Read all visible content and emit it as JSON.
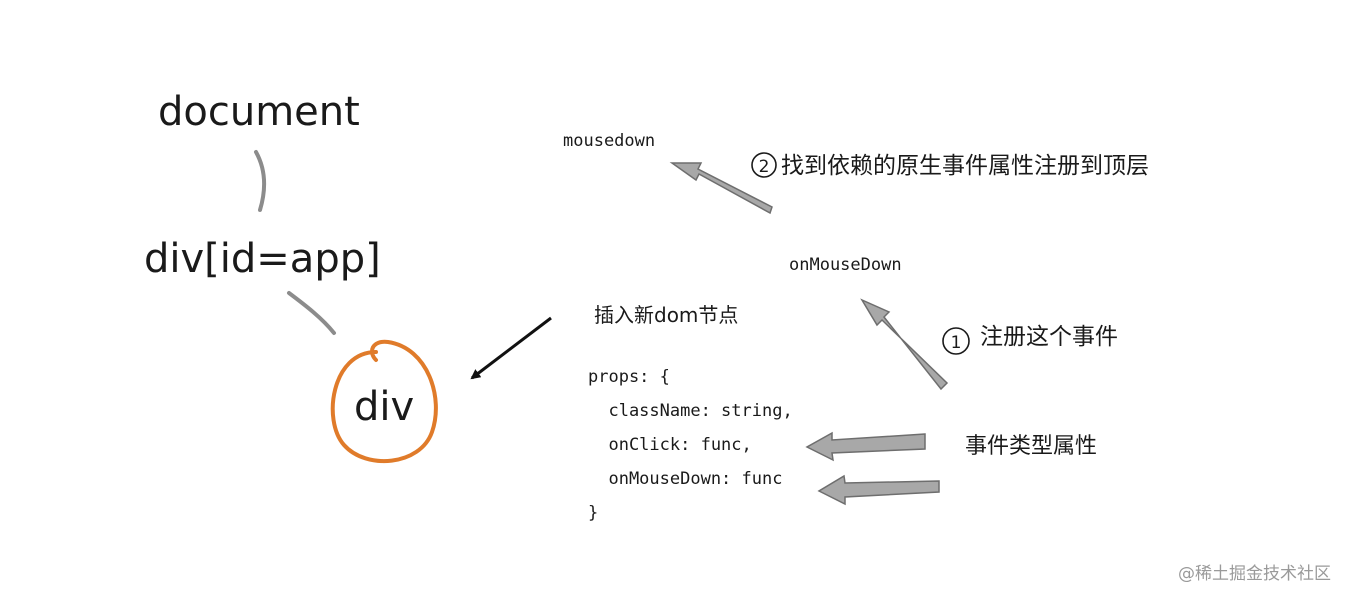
{
  "tree": {
    "root_label": "document",
    "app_label": "div[id=app]",
    "child_label": "div"
  },
  "annotations": {
    "top_event": "mousedown",
    "step2_num": "2",
    "step2_text": "找到依赖的原生事件属性注册到顶层",
    "react_event": "onMouseDown",
    "insert_text": "插入新dom节点",
    "step1_num": "1",
    "step1_text": "注册这个事件",
    "event_type_text": "事件类型属性"
  },
  "props": {
    "lines": [
      "props: {",
      "  className: string,",
      "  onClick: func,",
      "  onMouseDown: func",
      "}"
    ]
  },
  "watermark": "@稀土掘金技术社区",
  "colors": {
    "text": "#1a1a1a",
    "connector": "#8c8c8c",
    "arrow_fill": "#a8a8a8",
    "arrow_stroke": "#6e6e6e",
    "highlight_circle": "#e07b2a",
    "watermark": "#9a9a9a"
  }
}
